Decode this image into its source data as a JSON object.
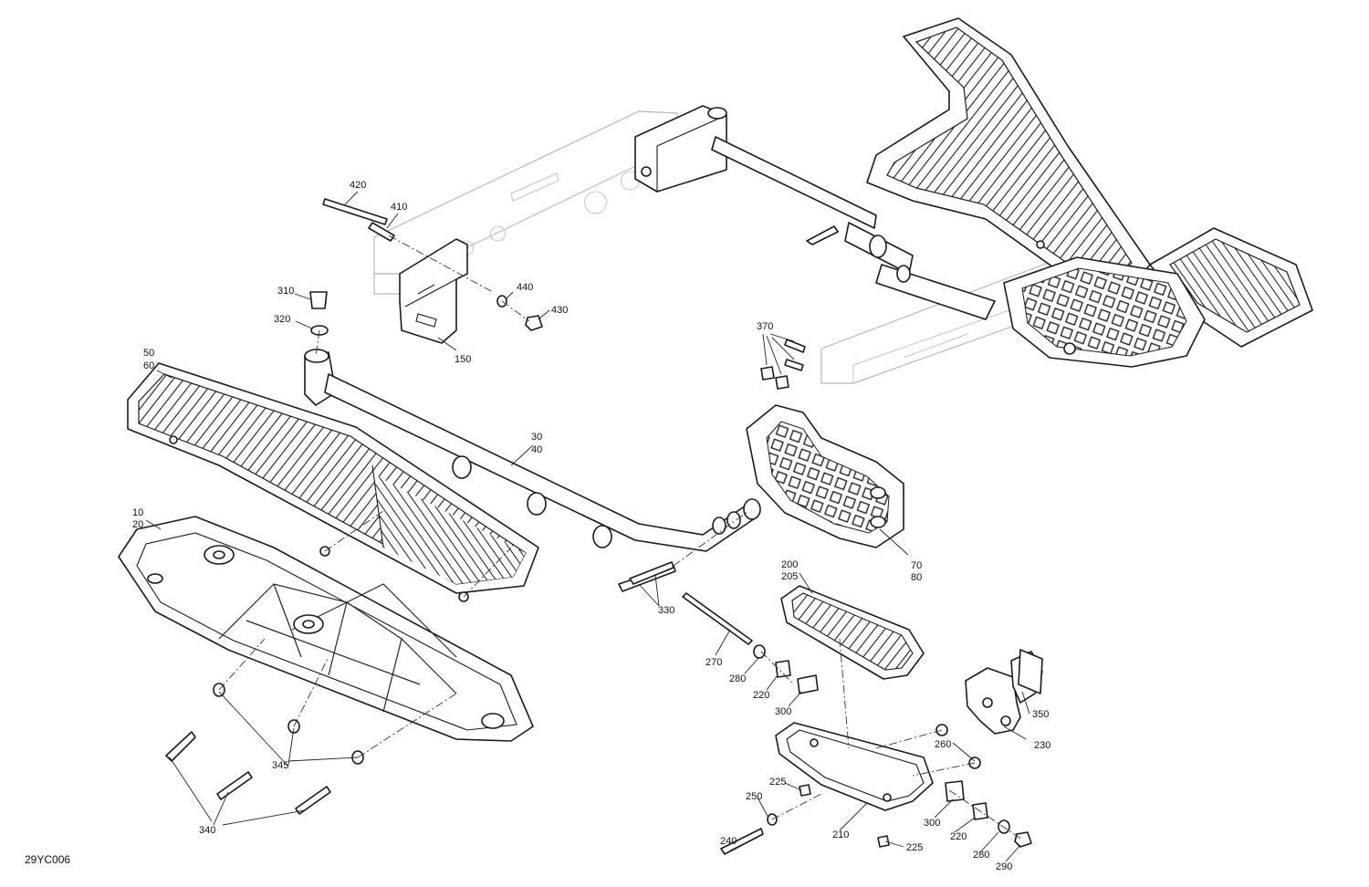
{
  "diagram": {
    "reference": "29YC006",
    "callouts": {
      "c420": "420",
      "c410": "410",
      "c310": "310",
      "c320": "320",
      "c440": "440",
      "c430": "430",
      "c150": "150",
      "c50": "50",
      "c60": "60",
      "c370": "370",
      "c30": "30",
      "c40": "40",
      "c10": "10",
      "c20": "20",
      "c70": "70",
      "c80": "80",
      "c200": "200",
      "c205": "205",
      "c330": "330",
      "c270": "270",
      "c280a": "280",
      "c220a": "220",
      "c300a": "300",
      "c350": "350",
      "c230": "230",
      "c260": "260",
      "c345": "345",
      "c225a": "225",
      "c240": "240",
      "c250": "250",
      "c210": "210",
      "c300b": "300",
      "c220b": "220",
      "c225b": "225",
      "c280b": "280",
      "c290": "290",
      "c340": "340"
    }
  }
}
